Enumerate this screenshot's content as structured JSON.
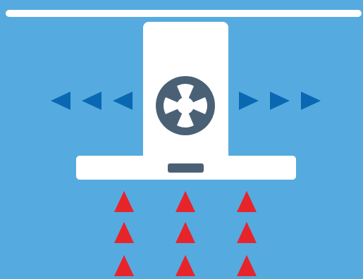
{
  "colors": {
    "background": "#55ABDF",
    "hood": "#FFFFFF",
    "fan": "#4A6175",
    "panel": "#4A6175",
    "airflow_arrows": "#0A68B3",
    "steam_arrows": "#E8242B"
  },
  "icons": {
    "fan": "fan-icon",
    "airflow_left": "arrow-left-icon",
    "airflow_right": "arrow-right-icon",
    "steam": "steam-up-icon"
  },
  "airflow": {
    "left_arrows": 3,
    "right_arrows": 3
  },
  "steam": {
    "columns": 3,
    "rows": 3
  }
}
